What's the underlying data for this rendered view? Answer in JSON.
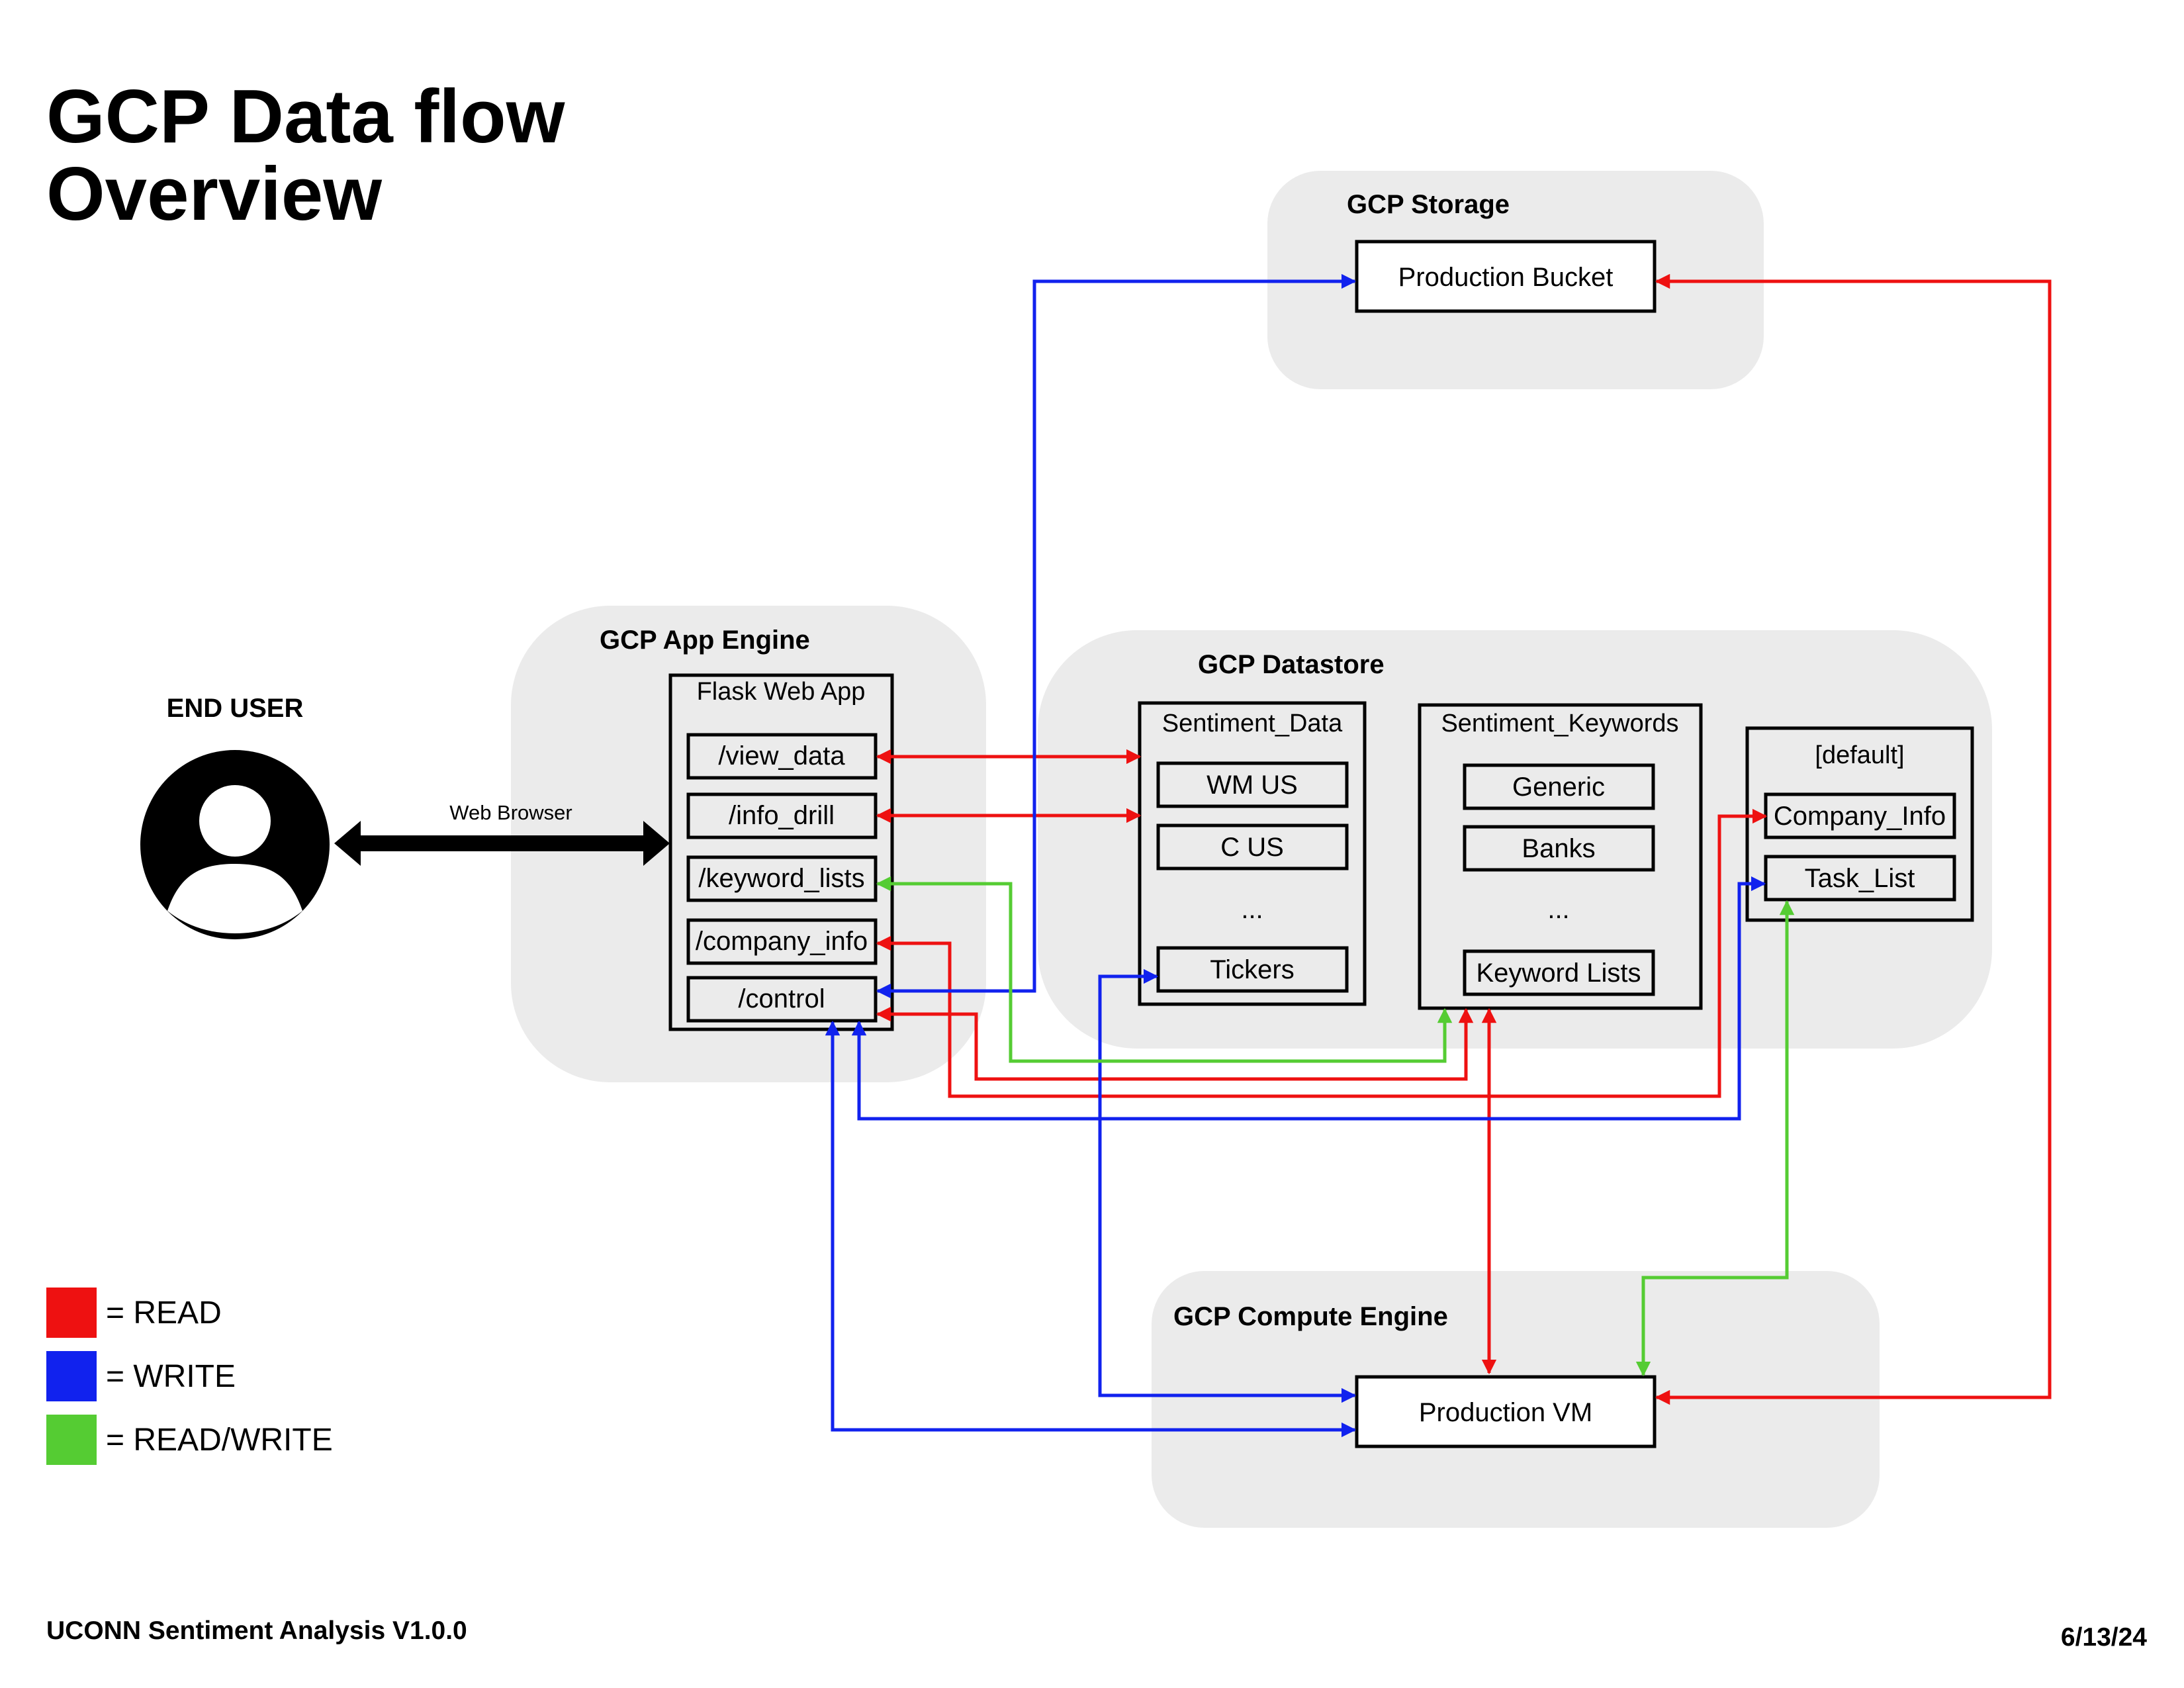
{
  "title": {
    "line1": "GCP Data flow",
    "line2": "Overview"
  },
  "end_user": {
    "label": "END USER",
    "link_label": "Web Browser"
  },
  "app_engine": {
    "title": "GCP App Engine",
    "app_title": "Flask Web App",
    "routes": [
      "/view_data",
      "/info_drill",
      "/keyword_lists",
      "/company_info",
      "/control"
    ]
  },
  "storage": {
    "title": "GCP Storage",
    "bucket": "Production Bucket"
  },
  "datastore": {
    "title": "GCP Datastore",
    "sentiment_data": {
      "title": "Sentiment_Data",
      "items": [
        "WM US",
        "C US",
        "...",
        "Tickers"
      ]
    },
    "sentiment_keywords": {
      "title": "Sentiment_Keywords",
      "items": [
        "Generic",
        "Banks",
        "...",
        "Keyword Lists"
      ]
    },
    "default": {
      "title": "[default]",
      "items": [
        "Company_Info",
        "Task_List"
      ]
    }
  },
  "compute": {
    "title": "GCP Compute Engine",
    "vm": "Production VM"
  },
  "legend": [
    {
      "label": "= READ",
      "color": "#ee1111"
    },
    {
      "label": "= WRITE",
      "color": "#1122ee"
    },
    {
      "label": "= READ/WRITE",
      "color": "#55cc33"
    }
  ],
  "footer": {
    "left": "UCONN Sentiment Analysis V1.0.0",
    "right": "6/13/24"
  }
}
